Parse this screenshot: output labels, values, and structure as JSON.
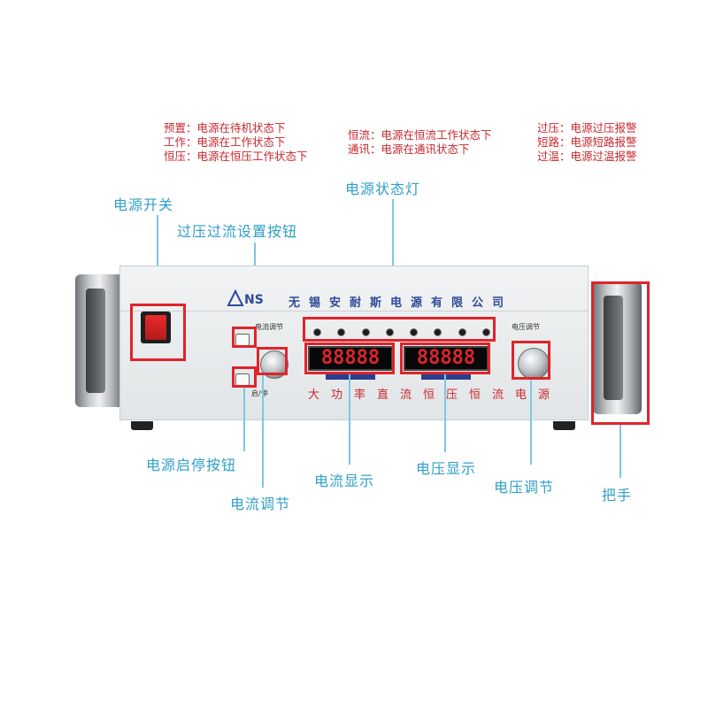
{
  "legend": {
    "col1": [
      "预置：电源在待机状态下",
      "工作：电源在工作状态下",
      "恒压：电源在恒压工作状态下"
    ],
    "col2": [
      "恒流：电源在恒流工作状态下",
      "通讯：电源在通讯状态下"
    ],
    "col3": [
      "过压：电源过压报警",
      "短路：电源短路报警",
      "过温：电源过温报警"
    ]
  },
  "callouts": {
    "power_switch": "电源开关",
    "ovp_ocp_button": "过压过流设置按钮",
    "status_lights": "电源状态灯",
    "power_start_stop": "电源启停按钮",
    "current_adjust": "电流调节",
    "current_display": "电流显示",
    "voltage_display": "电压显示",
    "voltage_adjust": "电压调节",
    "handle": "把手"
  },
  "device": {
    "brand_text": "无锡安耐斯电源有限公司",
    "logo_text": "NS",
    "current_adjust_label": "电流调节",
    "voltage_adjust_label": "电压调节",
    "start_stop_label": "启/停",
    "current_display": "88888",
    "voltage_display": "88888",
    "footer_text": "大功率直流恒压恒流电源"
  },
  "colors": {
    "callout": "#2f9fc9",
    "highlight": "#e0242a",
    "legend": "#c8282e",
    "digit": "#d8262b"
  }
}
